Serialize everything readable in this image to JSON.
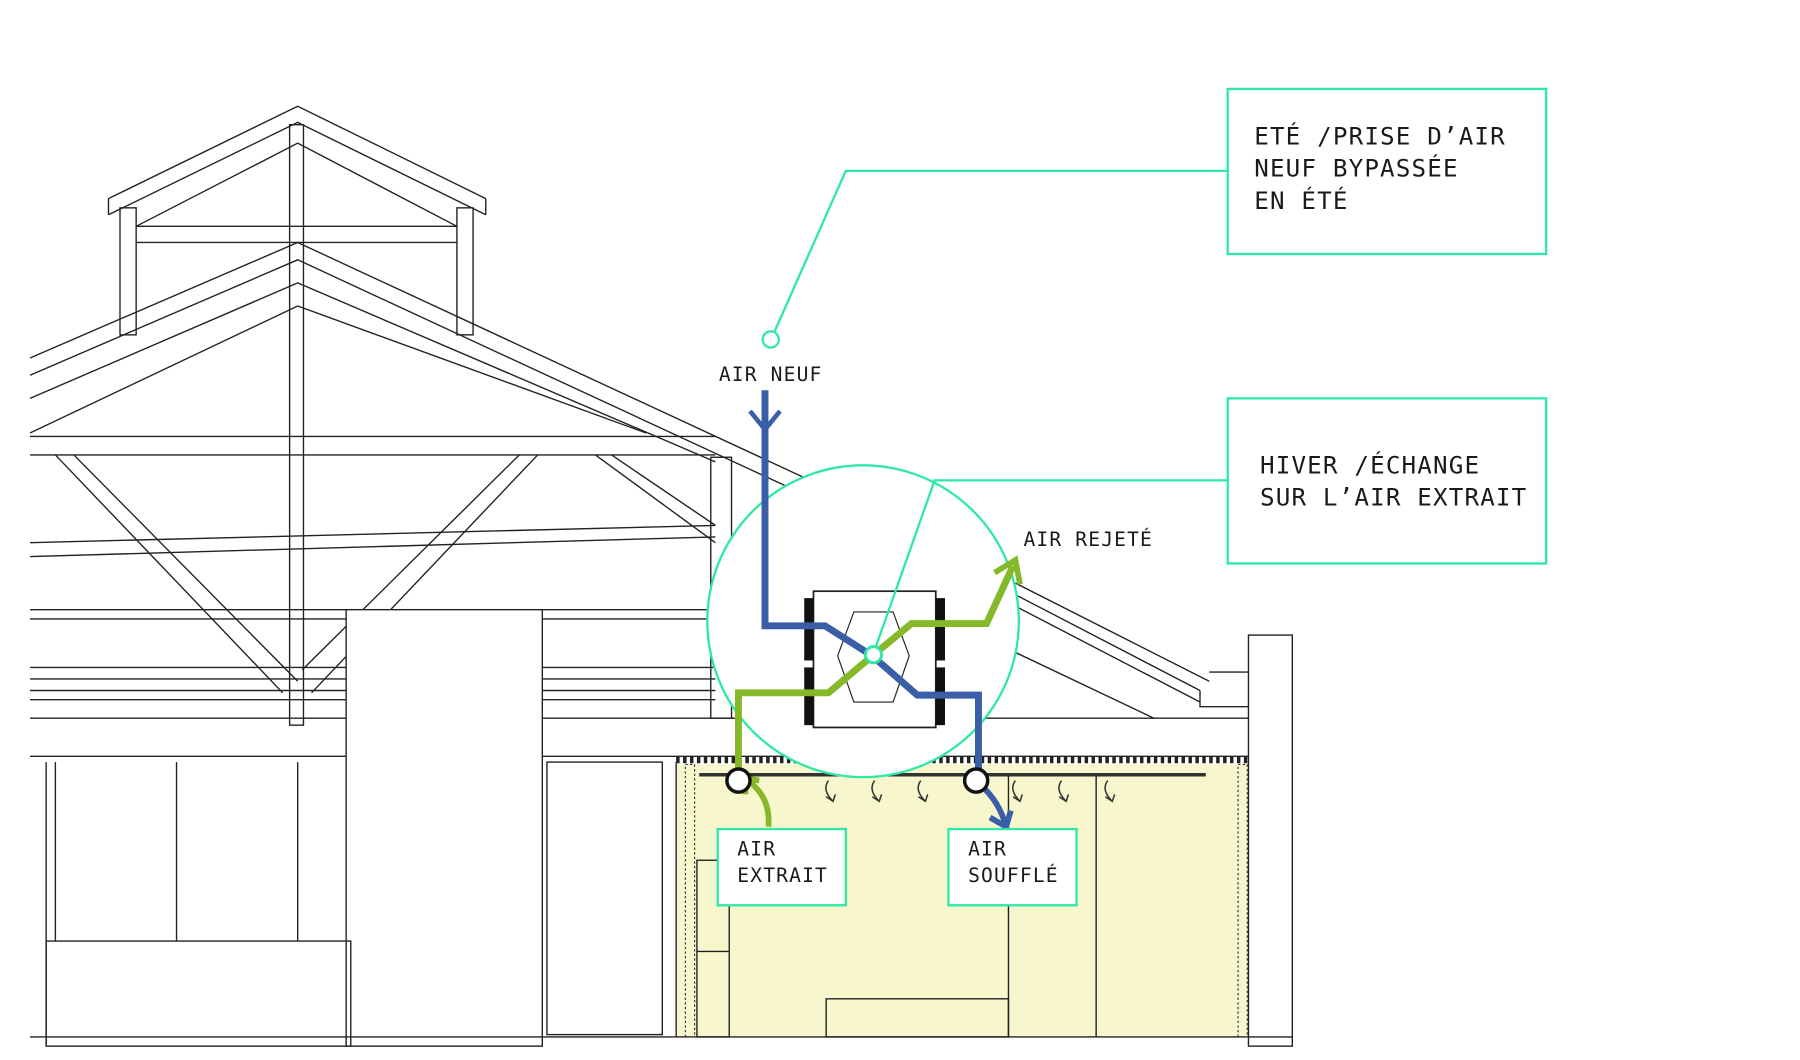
{
  "colors": {
    "callout": "#2ee8a6",
    "fresh_air": "#3a5ea8",
    "exhaust_air": "#86b92a",
    "room_fill": "#f8f6cc",
    "line": "#222222"
  },
  "callouts": {
    "summer": {
      "lines": [
        "ETÉ /PRISE D’AIR",
        "NEUF BYPASSÉE",
        "EN ÉTÉ"
      ]
    },
    "winter": {
      "lines": [
        "HIVER /ÉCHANGE",
        "SUR L’AIR EXTRAIT"
      ]
    }
  },
  "labels": {
    "air_neuf": "AIR NEUF",
    "air_rejete": "AIR REJETÉ",
    "air_extrait": [
      "AIR",
      "EXTRAIT"
    ],
    "air_souffle": [
      "AIR",
      "SOUFFLÉ"
    ]
  }
}
